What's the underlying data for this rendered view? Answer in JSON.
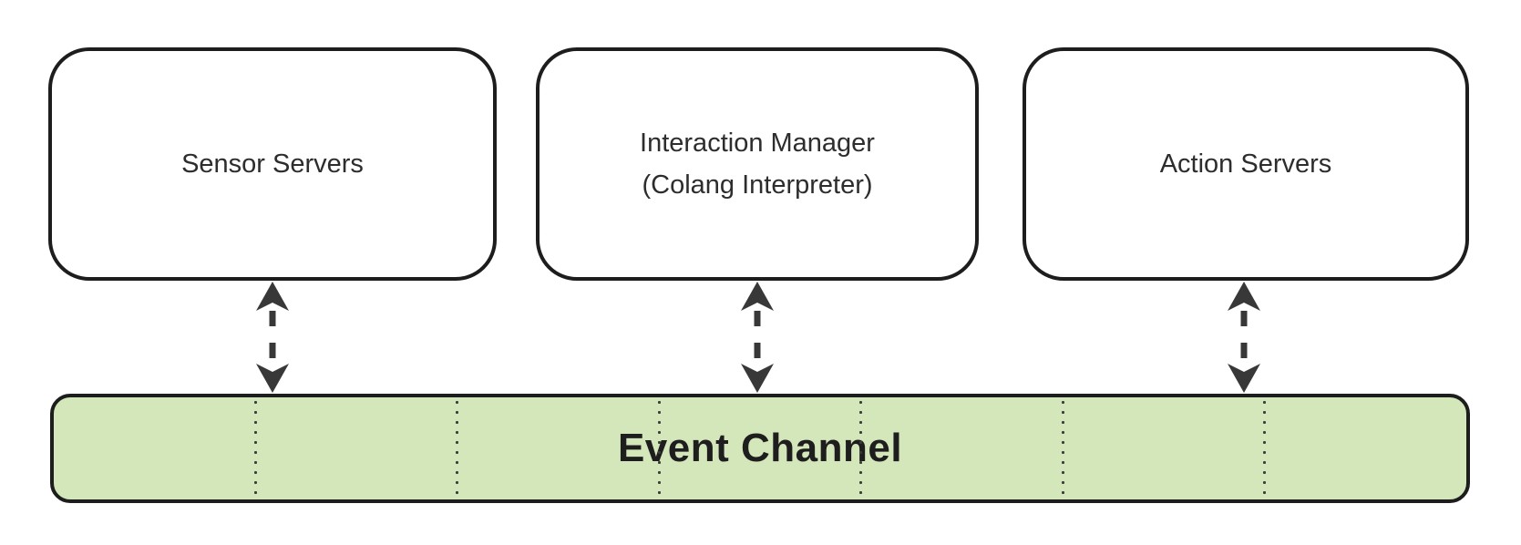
{
  "diagram": {
    "nodes": [
      {
        "id": "sensor-servers",
        "label": "Sensor Servers"
      },
      {
        "id": "interaction-manager",
        "label": "Interaction Manager\n(Colang Interpreter)"
      },
      {
        "id": "action-servers",
        "label": "Action Servers"
      }
    ],
    "event_channel": {
      "label": "Event Channel",
      "fill_color": "#d3e7ba",
      "separator_style": "dotted-vertical-line",
      "separator_count": 6
    },
    "connectors": [
      {
        "from": "sensor-servers",
        "to": "event-channel",
        "type": "double-headed-dashed-arrow"
      },
      {
        "from": "interaction-manager",
        "to": "event-channel",
        "type": "double-headed-dashed-arrow"
      },
      {
        "from": "action-servers",
        "to": "event-channel",
        "type": "double-headed-dashed-arrow"
      }
    ],
    "colors": {
      "node_fill": "#ffffff",
      "stroke": "#1d1d1d",
      "text": "#2d2d2d",
      "arrow": "#383838",
      "background": "#ffffff"
    }
  }
}
